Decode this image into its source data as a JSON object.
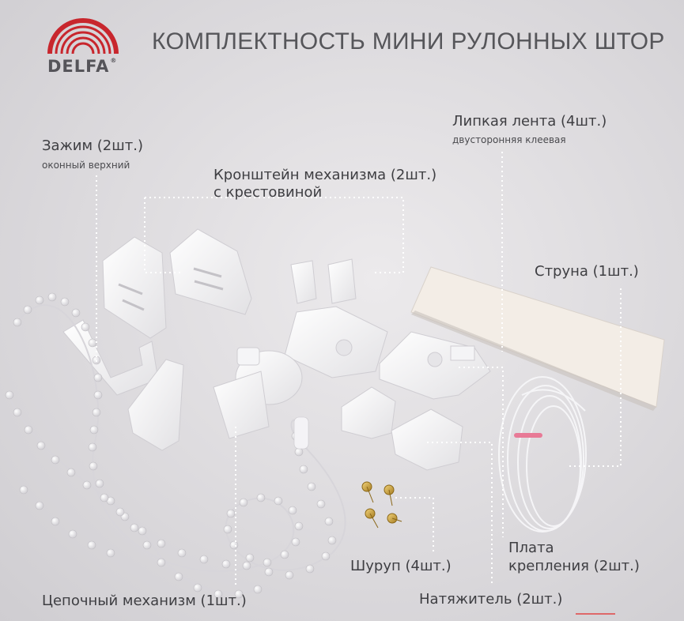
{
  "brand": {
    "name": "DELFA",
    "registered_mark": "®",
    "logo_color": "#c8262d"
  },
  "title": "КОМПЛЕКТНОСТЬ МИНИ РУЛОННЫХ ШТОР",
  "labels": {
    "clamp": {
      "title": "Зажим  (2шт.)",
      "subtitle": "оконный верхний"
    },
    "bracket": {
      "line1": "Кронштейн механизма (2шт.)",
      "line2": "с крестовиной"
    },
    "tape": {
      "title": "Липкая лента (4шт.)",
      "subtitle": "двусторонняя клеевая"
    },
    "string": {
      "title": "Струна (1шт.)"
    },
    "plate": {
      "line1": "Плата",
      "line2": "крепления (2шт.)"
    },
    "screw": {
      "title": "Шуруп (4шт.)"
    },
    "chain": {
      "title": "Цепочный механизм (1шт.)"
    },
    "tensioner": {
      "title": "Натяжитель  (2шт.)"
    }
  }
}
